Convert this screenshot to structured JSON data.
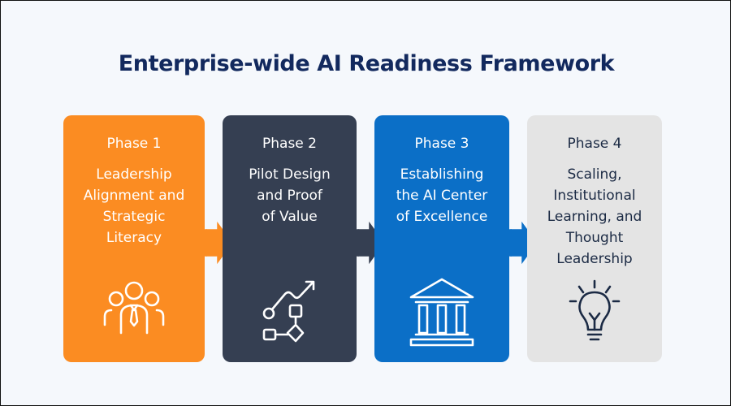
{
  "title": "Enterprise-wide AI Readiness Framework",
  "phases": [
    {
      "phase": "Phase 1",
      "lines": [
        "Leadership",
        "Alignment and",
        "Strategic",
        "Literacy"
      ],
      "icon": "team-leader-icon",
      "color": "#fb8c22"
    },
    {
      "phase": "Phase 2",
      "lines": [
        "Pilot Design",
        "and Proof",
        "of Value"
      ],
      "icon": "growth-flowchart-icon",
      "color": "#353f52"
    },
    {
      "phase": "Phase 3",
      "lines": [
        "Establishing",
        "the AI Center",
        "of Excellence"
      ],
      "icon": "institution-building-icon",
      "color": "#0b6fc7"
    },
    {
      "phase": "Phase 4",
      "lines": [
        "Scaling,",
        "Institutional",
        "Learning, and",
        "Thought",
        "Leadership"
      ],
      "icon": "lightbulb-icon",
      "color": "#e4e4e4"
    }
  ]
}
